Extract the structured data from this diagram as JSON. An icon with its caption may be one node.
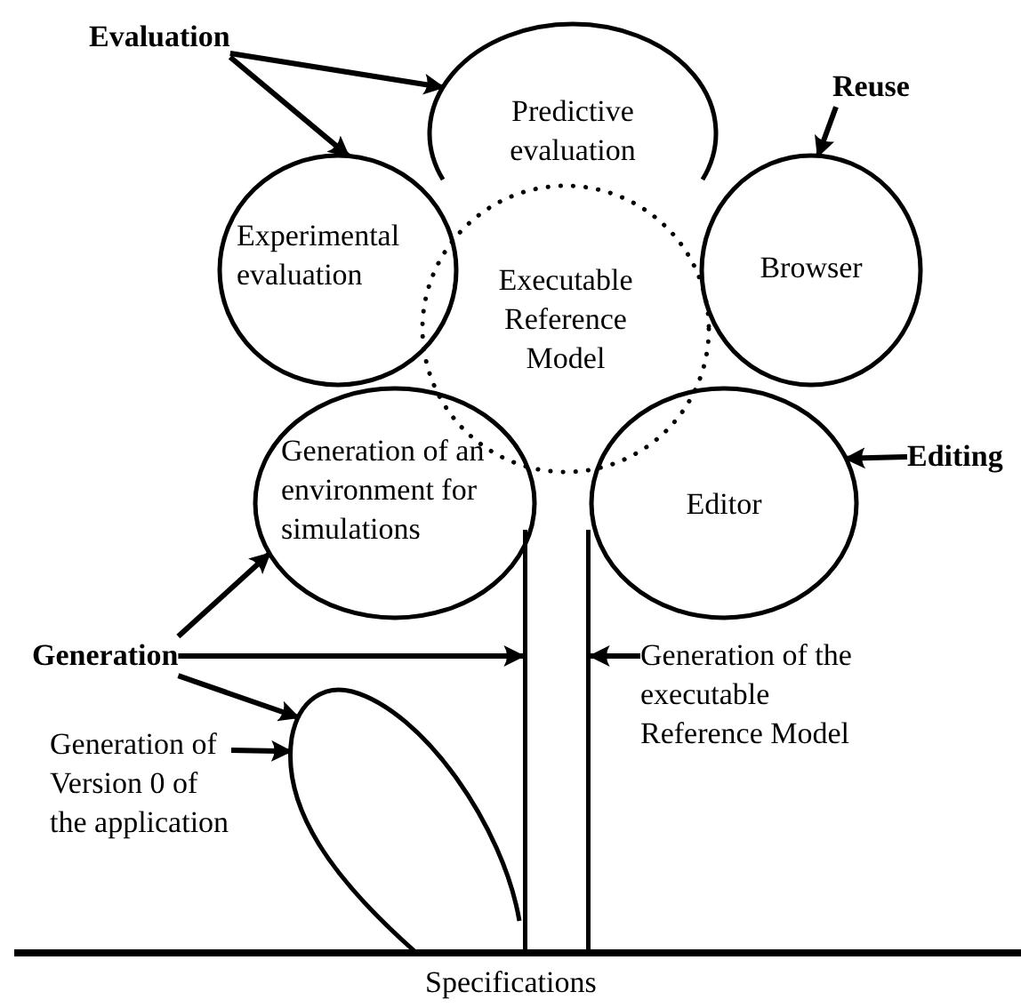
{
  "diagram": {
    "nodes": [
      {
        "text": [
          "Evaluation"
        ]
      },
      {
        "text": [
          "Predictive evaluation"
        ]
      },
      {
        "text": [
          "Reuse"
        ]
      },
      {
        "text": [
          "Experimental evaluation"
        ]
      },
      {
        "text": [
          "Browser"
        ]
      },
      {
        "text": [
          "Executable Reference Model"
        ]
      },
      {
        "text": [
          "Editing"
        ]
      },
      {
        "text": [
          "Generation of an environment for simulations"
        ]
      },
      {
        "text": [
          "Editor"
        ]
      },
      {
        "text": [
          "Generation"
        ]
      },
      {
        "text": [],
        "shape": "bar"
      },
      {
        "text": [
          "Generation of the executable Reference Model"
        ]
      },
      {
        "text": [],
        "shape": "leaf"
      },
      {
        "text": [
          "Generation of Version 0 of the application"
        ]
      }
    ],
    "edges": [
      {
        "from": 0,
        "to": 1,
        "arrow": "to"
      },
      {
        "from": 0,
        "to": 3,
        "arrow": "to"
      },
      {
        "from": 2,
        "to": 4,
        "arrow": "to"
      },
      {
        "from": 6,
        "to": 8,
        "arrow": "to"
      },
      {
        "from": 9,
        "to": 7,
        "arrow": "to"
      },
      {
        "from": 9,
        "to": 10,
        "arrow": "to"
      },
      {
        "from": 9,
        "to": 12,
        "arrow": "to"
      },
      {
        "from": 13,
        "to": 12,
        "arrow": "to"
      },
      {
        "from": 11,
        "to": 10,
        "arrow": "to"
      }
    ],
    "labels": [
      "Specifications"
    ]
  }
}
